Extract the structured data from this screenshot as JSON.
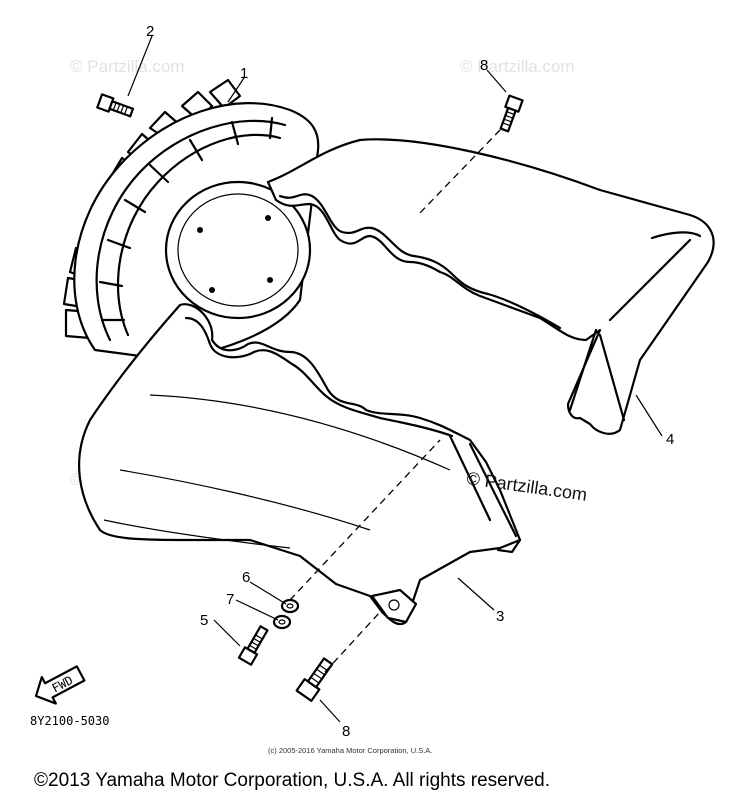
{
  "callouts": {
    "c1": "1",
    "c2": "2",
    "c3": "3",
    "c4": "4",
    "c5": "5",
    "c6": "6",
    "c7": "7",
    "c8_top": "8",
    "c8_bottom": "8"
  },
  "fwd_marker": "FWD",
  "diagram_code": "8Y2100-5030",
  "watermarks": {
    "main": "© Partzilla.com",
    "faint": "© Partzilla.com"
  },
  "small_copyright": "(c) 2005-2016 Yamaha Motor Corporation, U.S.A.",
  "footer_copyright": "©2013 Yamaha Motor Corporation, U.S.A. All rights reserved."
}
